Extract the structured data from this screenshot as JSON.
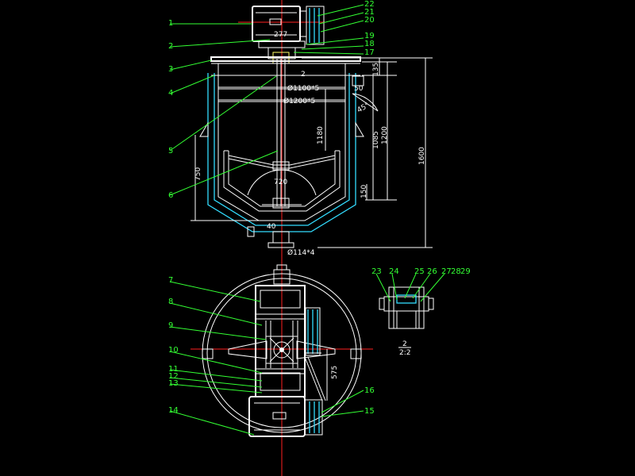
{
  "drawing": {
    "callouts_top": [
      "1",
      "2",
      "3",
      "4",
      "5",
      "6"
    ],
    "callouts_bottom": [
      "7",
      "8",
      "9",
      "10",
      "11",
      "12",
      "13",
      "14"
    ],
    "callouts_right_top": [
      "22",
      "21",
      "20",
      "19",
      "18",
      "17"
    ],
    "callouts_right_bottom": [
      "16",
      "15"
    ],
    "detail_callouts": [
      "23",
      "24",
      "25",
      "26",
      "27",
      "28",
      "29"
    ],
    "dimensions": {
      "d277": "277",
      "d2_top": "2",
      "d1100": "Ø1100*5",
      "d1200": "Ø1200*5",
      "d1180": "1180",
      "d1085": "1085",
      "d1200v": "1200",
      "d1600": "1600",
      "d135": "135",
      "d750": "750",
      "d150": "150",
      "d720": "720",
      "d40": "40",
      "d45": "45°",
      "d114": "Ø114*4",
      "d575": "575",
      "d50": "50"
    },
    "detail_scale": "2:2",
    "detail_scale_top": "2",
    "colors": {
      "background": "#000000",
      "leader": "#33ff33",
      "outline": "#ffffff",
      "jacket": "#33ddff",
      "centerline": "#ff2020"
    }
  }
}
